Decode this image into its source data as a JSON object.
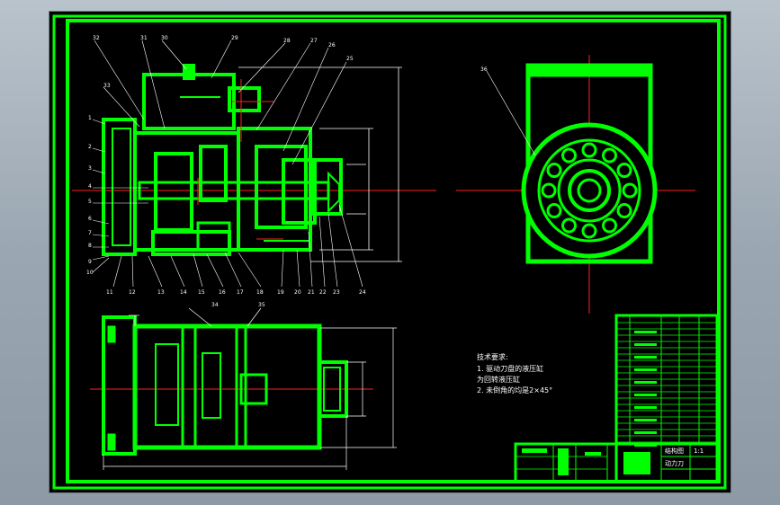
{
  "colors": {
    "background": "#000000",
    "outline": "#00ff00",
    "centerline": "#ff2020",
    "dimension": "#ffffff",
    "text": "#ffffff"
  },
  "callouts_left": [
    "1",
    "2",
    "3",
    "4",
    "5",
    "6",
    "7",
    "8",
    "9",
    "10"
  ],
  "callouts_bottom": [
    "11",
    "12",
    "13",
    "14",
    "15",
    "16",
    "17",
    "18",
    "19",
    "20",
    "21",
    "22",
    "23",
    "24"
  ],
  "callouts_top": [
    "32",
    "31",
    "30",
    "29",
    "28",
    "27",
    "26",
    "25"
  ],
  "callout_33": "33",
  "callout_36": "36",
  "callouts_lower": [
    "34",
    "35"
  ],
  "tech_requirements": {
    "heading": "技术要求:",
    "line1": "1. 驱动刀盘的液压缸",
    "line2": "为回转液压缸",
    "line3": "2. 未倒角的均是2×45°"
  },
  "title_block": {
    "cell_a": "结构图",
    "cell_b": "1:1",
    "cell_c": "动力刀"
  }
}
